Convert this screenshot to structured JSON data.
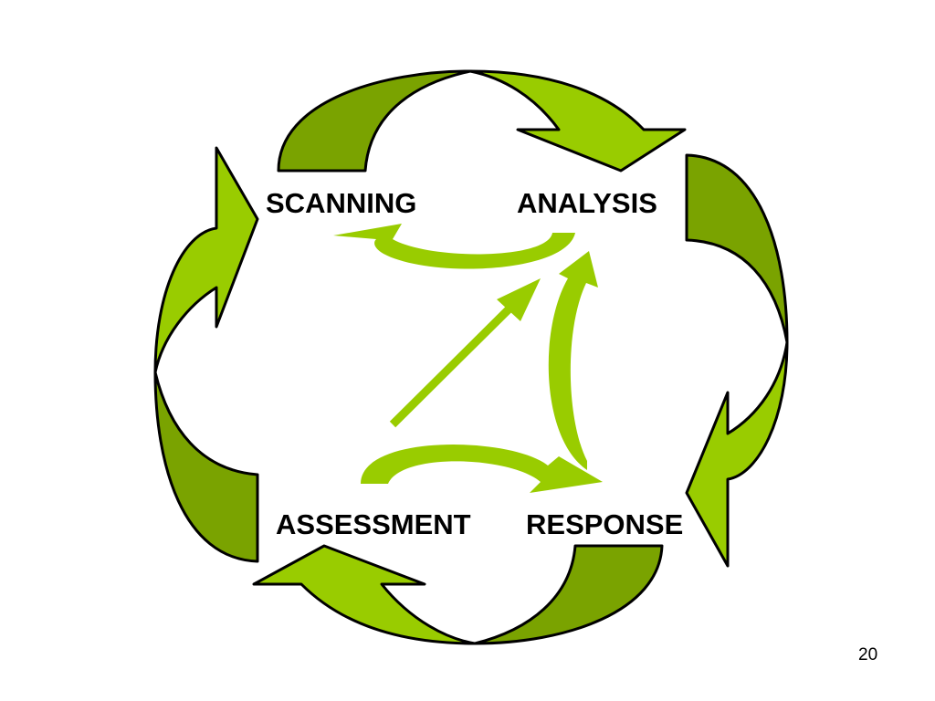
{
  "stages": {
    "scanning": "SCANNING",
    "analysis": "ANALYSIS",
    "assessment": "ASSESSMENT",
    "response": "RESPONSE"
  },
  "page_number": "20",
  "colors": {
    "arrow_light": "#99cc00",
    "arrow_dark": "#7aa300",
    "outline": "#000000",
    "text": "#000000",
    "background": "#ffffff"
  },
  "icons": {
    "outer_cycle": "curved-arrow-icon",
    "inner_links": "thin-curved-arrow-icon"
  }
}
